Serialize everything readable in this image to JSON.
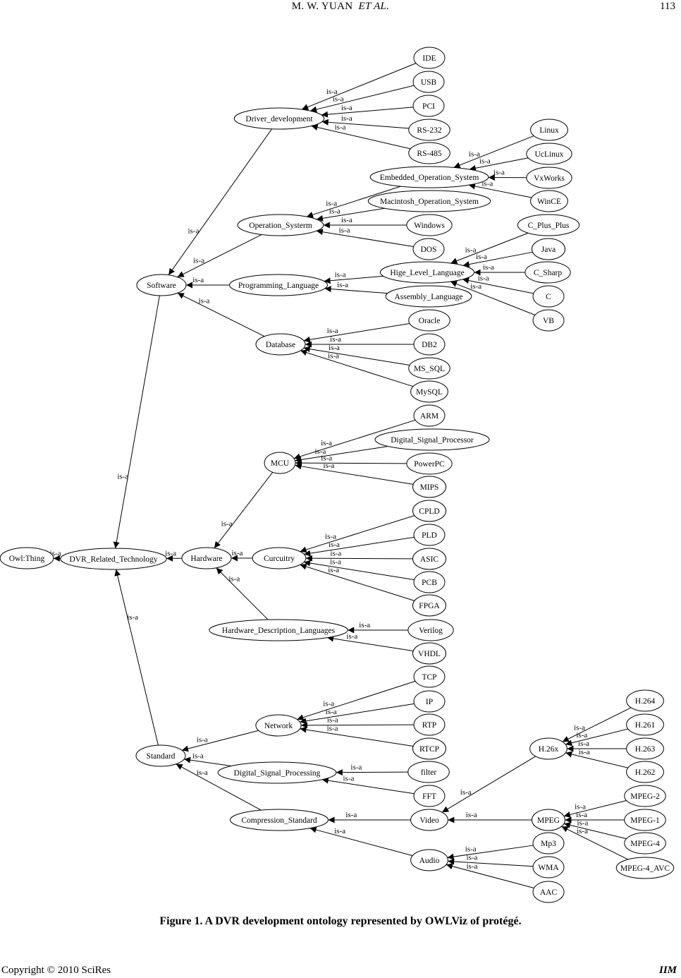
{
  "header": {
    "author": "M. W. YUAN",
    "etal": "ET AL.",
    "page_number": "113"
  },
  "figure": {
    "caption": "Figure 1. A DVR development ontology represented by OWLViz of protégé.",
    "edge_label": "is-a",
    "nodes": [
      {
        "id": "owl",
        "label": "Owl:Thing"
      },
      {
        "id": "dvr",
        "label": "DVR_Related_Technology"
      },
      {
        "id": "sw",
        "label": "Software"
      },
      {
        "id": "hw",
        "label": "Hardware"
      },
      {
        "id": "std",
        "label": "Standard"
      },
      {
        "id": "drv",
        "label": "Driver_development"
      },
      {
        "id": "ide",
        "label": "IDE"
      },
      {
        "id": "usb",
        "label": "USB"
      },
      {
        "id": "pci",
        "label": "PCI"
      },
      {
        "id": "rs232",
        "label": "RS-232"
      },
      {
        "id": "rs485",
        "label": "RS-485"
      },
      {
        "id": "os",
        "label": "Operation_Systerm"
      },
      {
        "id": "emb",
        "label": "Embedded_Operation_System"
      },
      {
        "id": "mac",
        "label": "Macintosh_Operation_System"
      },
      {
        "id": "win",
        "label": "Windows"
      },
      {
        "id": "dos",
        "label": "DOS"
      },
      {
        "id": "linux",
        "label": "Linux"
      },
      {
        "id": "uclinux",
        "label": "UcLinux"
      },
      {
        "id": "vxworks",
        "label": "VxWorks"
      },
      {
        "id": "wince",
        "label": "WinCE"
      },
      {
        "id": "pl",
        "label": "Programming_Language"
      },
      {
        "id": "hll",
        "label": "Hige_Level_Language"
      },
      {
        "id": "asm",
        "label": "Assembly_Language"
      },
      {
        "id": "cpp",
        "label": "C_Plus_Plus"
      },
      {
        "id": "java",
        "label": "Java"
      },
      {
        "id": "csharp",
        "label": "C_Sharp"
      },
      {
        "id": "c",
        "label": "C"
      },
      {
        "id": "vb",
        "label": "VB"
      },
      {
        "id": "db",
        "label": "Database"
      },
      {
        "id": "oracle",
        "label": "Oracle"
      },
      {
        "id": "db2",
        "label": "DB2"
      },
      {
        "id": "mssql",
        "label": "MS_SQL"
      },
      {
        "id": "mysql",
        "label": "MySQL"
      },
      {
        "id": "mcu",
        "label": "MCU"
      },
      {
        "id": "arm",
        "label": "ARM"
      },
      {
        "id": "dsp",
        "label": "Digital_Signal_Processor"
      },
      {
        "id": "ppc",
        "label": "PowerPC"
      },
      {
        "id": "mips",
        "label": "MIPS"
      },
      {
        "id": "circ",
        "label": "Curcuitry"
      },
      {
        "id": "cpld",
        "label": "CPLD"
      },
      {
        "id": "pld",
        "label": "PLD"
      },
      {
        "id": "asic",
        "label": "ASIC"
      },
      {
        "id": "pcb",
        "label": "PCB"
      },
      {
        "id": "fpga",
        "label": "FPGA"
      },
      {
        "id": "hdl",
        "label": "Hardware_Description_Languages"
      },
      {
        "id": "verilog",
        "label": "Verilog"
      },
      {
        "id": "vhdl",
        "label": "VHDL"
      },
      {
        "id": "net",
        "label": "Network"
      },
      {
        "id": "tcp",
        "label": "TCP"
      },
      {
        "id": "ip",
        "label": "IP"
      },
      {
        "id": "rtp",
        "label": "RTP"
      },
      {
        "id": "rtcp",
        "label": "RTCP"
      },
      {
        "id": "dspr",
        "label": "Digital_Signal_Processing"
      },
      {
        "id": "filter",
        "label": "filter"
      },
      {
        "id": "fft",
        "label": "FFT"
      },
      {
        "id": "comp",
        "label": "Compression_Standard"
      },
      {
        "id": "video",
        "label": "Video"
      },
      {
        "id": "audio",
        "label": "Audio"
      },
      {
        "id": "h26x",
        "label": "H.26x"
      },
      {
        "id": "h264",
        "label": "H.264"
      },
      {
        "id": "h261",
        "label": "H.261"
      },
      {
        "id": "h263",
        "label": "H.263"
      },
      {
        "id": "h262",
        "label": "H.262"
      },
      {
        "id": "mpeg",
        "label": "MPEG"
      },
      {
        "id": "mpeg2",
        "label": "MPEG-2"
      },
      {
        "id": "mpeg1",
        "label": "MPEG-1"
      },
      {
        "id": "mpeg4",
        "label": "MPEG-4"
      },
      {
        "id": "mpeg4avc",
        "label": "MPEG-4_AVC"
      },
      {
        "id": "mp3",
        "label": "Mp3"
      },
      {
        "id": "wma",
        "label": "WMA"
      },
      {
        "id": "aac",
        "label": "AAC"
      }
    ],
    "edges": [
      [
        "dvr",
        "owl"
      ],
      [
        "sw",
        "dvr"
      ],
      [
        "hw",
        "dvr"
      ],
      [
        "std",
        "dvr"
      ],
      [
        "drv",
        "sw"
      ],
      [
        "os",
        "sw"
      ],
      [
        "pl",
        "sw"
      ],
      [
        "db",
        "sw"
      ],
      [
        "ide",
        "drv"
      ],
      [
        "usb",
        "drv"
      ],
      [
        "pci",
        "drv"
      ],
      [
        "rs232",
        "drv"
      ],
      [
        "rs485",
        "drv"
      ],
      [
        "emb",
        "os"
      ],
      [
        "mac",
        "os"
      ],
      [
        "win",
        "os"
      ],
      [
        "dos",
        "os"
      ],
      [
        "linux",
        "emb"
      ],
      [
        "uclinux",
        "emb"
      ],
      [
        "vxworks",
        "emb"
      ],
      [
        "wince",
        "emb"
      ],
      [
        "hll",
        "pl"
      ],
      [
        "asm",
        "pl"
      ],
      [
        "cpp",
        "hll"
      ],
      [
        "java",
        "hll"
      ],
      [
        "csharp",
        "hll"
      ],
      [
        "c",
        "hll"
      ],
      [
        "vb",
        "hll"
      ],
      [
        "oracle",
        "db"
      ],
      [
        "db2",
        "db"
      ],
      [
        "mssql",
        "db"
      ],
      [
        "mysql",
        "db"
      ],
      [
        "mcu",
        "hw"
      ],
      [
        "circ",
        "hw"
      ],
      [
        "hdl",
        "hw"
      ],
      [
        "arm",
        "mcu"
      ],
      [
        "dsp",
        "mcu"
      ],
      [
        "ppc",
        "mcu"
      ],
      [
        "mips",
        "mcu"
      ],
      [
        "cpld",
        "circ"
      ],
      [
        "pld",
        "circ"
      ],
      [
        "asic",
        "circ"
      ],
      [
        "pcb",
        "circ"
      ],
      [
        "fpga",
        "circ"
      ],
      [
        "verilog",
        "hdl"
      ],
      [
        "vhdl",
        "hdl"
      ],
      [
        "net",
        "std"
      ],
      [
        "dspr",
        "std"
      ],
      [
        "comp",
        "std"
      ],
      [
        "tcp",
        "net"
      ],
      [
        "ip",
        "net"
      ],
      [
        "rtp",
        "net"
      ],
      [
        "rtcp",
        "net"
      ],
      [
        "filter",
        "dspr"
      ],
      [
        "fft",
        "dspr"
      ],
      [
        "video",
        "comp"
      ],
      [
        "audio",
        "comp"
      ],
      [
        "h26x",
        "video"
      ],
      [
        "mpeg",
        "video"
      ],
      [
        "h264",
        "h26x"
      ],
      [
        "h261",
        "h26x"
      ],
      [
        "h263",
        "h26x"
      ],
      [
        "h262",
        "h26x"
      ],
      [
        "mpeg2",
        "mpeg"
      ],
      [
        "mpeg1",
        "mpeg"
      ],
      [
        "mpeg4",
        "mpeg"
      ],
      [
        "mpeg4avc",
        "mpeg"
      ],
      [
        "mp3",
        "audio"
      ],
      [
        "wma",
        "audio"
      ],
      [
        "aac",
        "audio"
      ]
    ]
  },
  "footer": {
    "copyright": "Copyright © 2010 SciRes",
    "journal": "IIM"
  }
}
